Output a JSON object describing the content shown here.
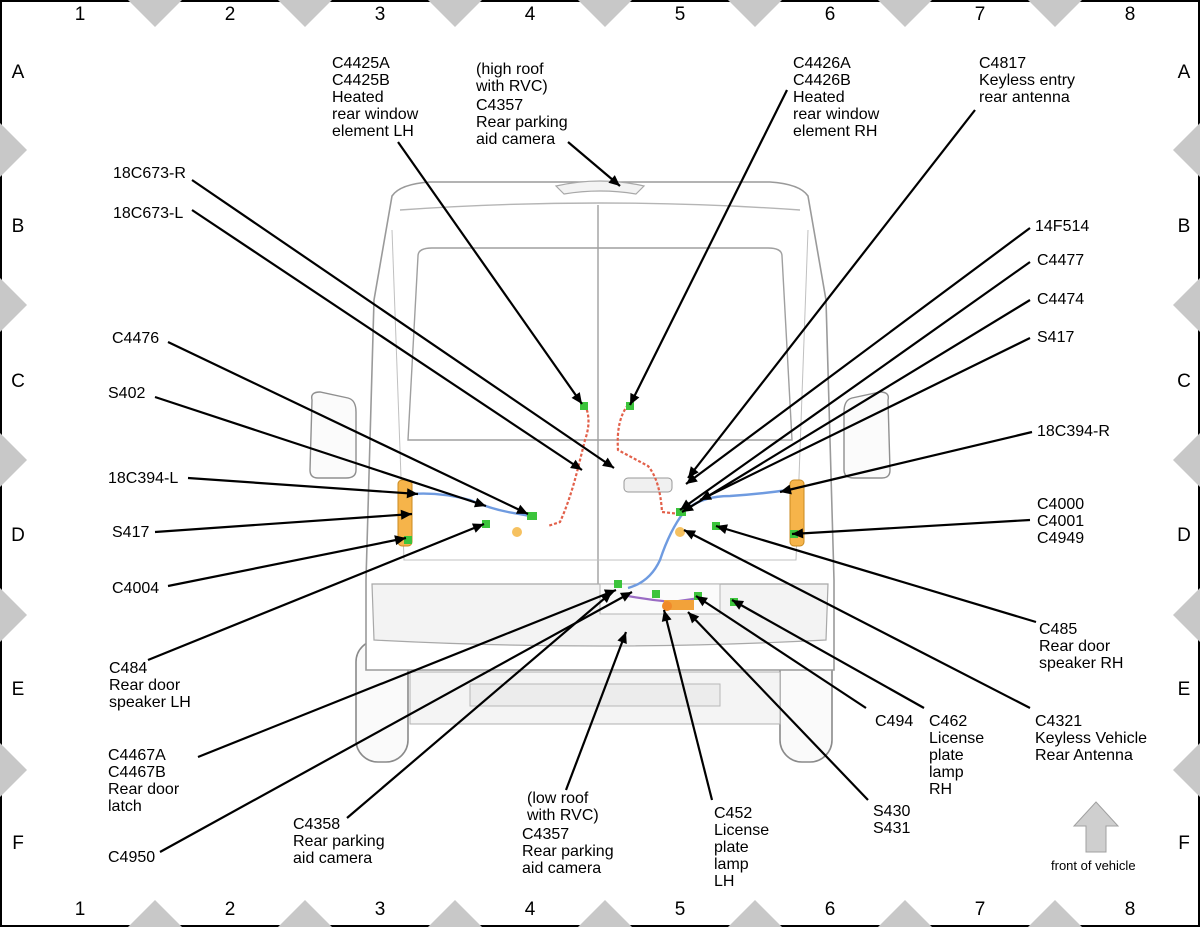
{
  "grid": {
    "columns": [
      "1",
      "2",
      "3",
      "4",
      "5",
      "6",
      "7",
      "8"
    ],
    "rows": [
      "A",
      "B",
      "C",
      "D",
      "E",
      "F"
    ]
  },
  "labels": {
    "c4425": [
      "C4425A",
      "C4425B",
      "Heated",
      "rear window",
      "element LH"
    ],
    "c4357_high": [
      "(high roof",
      "with RVC)",
      "C4357",
      "Rear parking",
      "aid camera"
    ],
    "c4426": [
      "C4426A",
      "C4426B",
      "Heated",
      "rear window",
      "element RH"
    ],
    "c4817": [
      "C4817",
      "Keyless entry",
      "rear antenna"
    ],
    "c18c673r": [
      "18C673-R"
    ],
    "c18c673l": [
      "18C673-L"
    ],
    "c14f514": [
      "14F514"
    ],
    "c4477": [
      "C4477"
    ],
    "c4474": [
      "C4474"
    ],
    "s417_right": [
      "S417"
    ],
    "c4476": [
      "C4476"
    ],
    "s402": [
      "S402"
    ],
    "c18c394r": [
      "18C394-R"
    ],
    "c18c394l": [
      "18C394-L"
    ],
    "c4000": [
      "C4000",
      "C4001",
      "C4949"
    ],
    "s417_left": [
      "S417"
    ],
    "c4004": [
      "C4004"
    ],
    "c485": [
      "C485",
      "Rear door",
      "speaker RH"
    ],
    "c484": [
      "C484",
      "Rear door",
      "speaker LH"
    ],
    "c494": [
      "C494"
    ],
    "c462": [
      "C462",
      "License",
      "plate",
      "lamp",
      "RH"
    ],
    "c4321": [
      "C4321",
      "Keyless Vehicle",
      "Rear Antenna"
    ],
    "c4467": [
      "C4467A",
      "C4467B",
      "Rear door",
      "latch"
    ],
    "s430": [
      "S430",
      "S431"
    ],
    "c4358": [
      "C4358",
      "Rear parking",
      "aid camera"
    ],
    "c4357_low": [
      "(low roof",
      "with RVC)",
      "C4357",
      "Rear parking",
      "aid camera"
    ],
    "c452": [
      "C452",
      "License",
      "plate",
      "lamp",
      "LH"
    ],
    "c4950": [
      "C4950"
    ]
  },
  "front_of_vehicle": "front of vehicle",
  "colors": {
    "harness_blue": "#6f9be0",
    "harness_red": "#e2604a",
    "harness_orange": "#f2a23a",
    "harness_purple": "#9a6cc4",
    "connector_green": "#3cc43c",
    "border_diamond": "#c8c8c8",
    "arrow_gray": "#cfcfcf"
  }
}
